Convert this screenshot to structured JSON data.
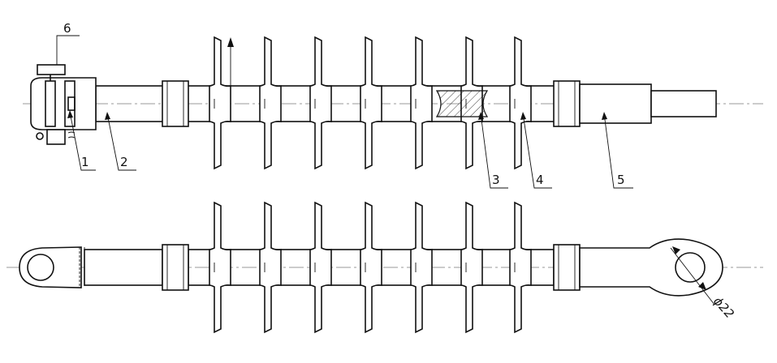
{
  "callouts": [
    {
      "id": "1",
      "text": "1"
    },
    {
      "id": "2",
      "text": "2"
    },
    {
      "id": "3",
      "text": "3"
    },
    {
      "id": "4",
      "text": "4"
    },
    {
      "id": "5",
      "text": "5"
    },
    {
      "id": "6",
      "text": "6"
    }
  ],
  "dimension": {
    "text": "ϕ22"
  },
  "colors": {
    "line": "#111111",
    "axis": "#777777",
    "background": "#ffffff"
  }
}
